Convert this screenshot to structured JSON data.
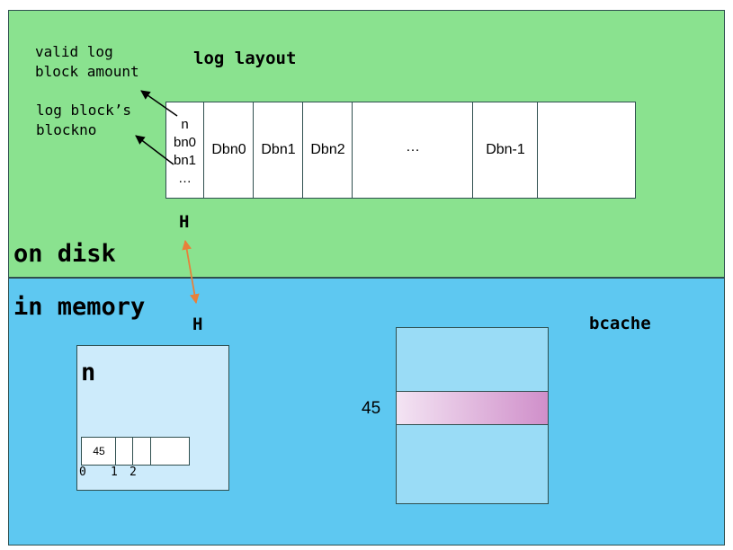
{
  "disk": {
    "label": "on disk",
    "title": "log layout",
    "annotation_count": "valid log\nblock amount",
    "annotation_blockno": "log block’s\nblockno",
    "header_cell": {
      "line1": "n",
      "line2": "bn0",
      "line3": "bn1",
      "line4": "…"
    },
    "data_cells": [
      "Dbn0",
      "Dbn1",
      "Dbn2",
      "…",
      "Dbn-1",
      ""
    ],
    "h_label": "H"
  },
  "memory": {
    "label": "in memory",
    "h_label": "H",
    "header_box": {
      "title": "n",
      "slot_values": [
        "45",
        "",
        "",
        ""
      ],
      "slot_indices": [
        "0",
        "1",
        "2"
      ]
    },
    "bcache": {
      "title": "bcache",
      "row_label": "45"
    }
  },
  "colors": {
    "disk_bg": "#8ae28f",
    "memory_bg": "#5ec8f1",
    "link_arrow": "#e8803a",
    "highlight_row": "#d08fca"
  }
}
